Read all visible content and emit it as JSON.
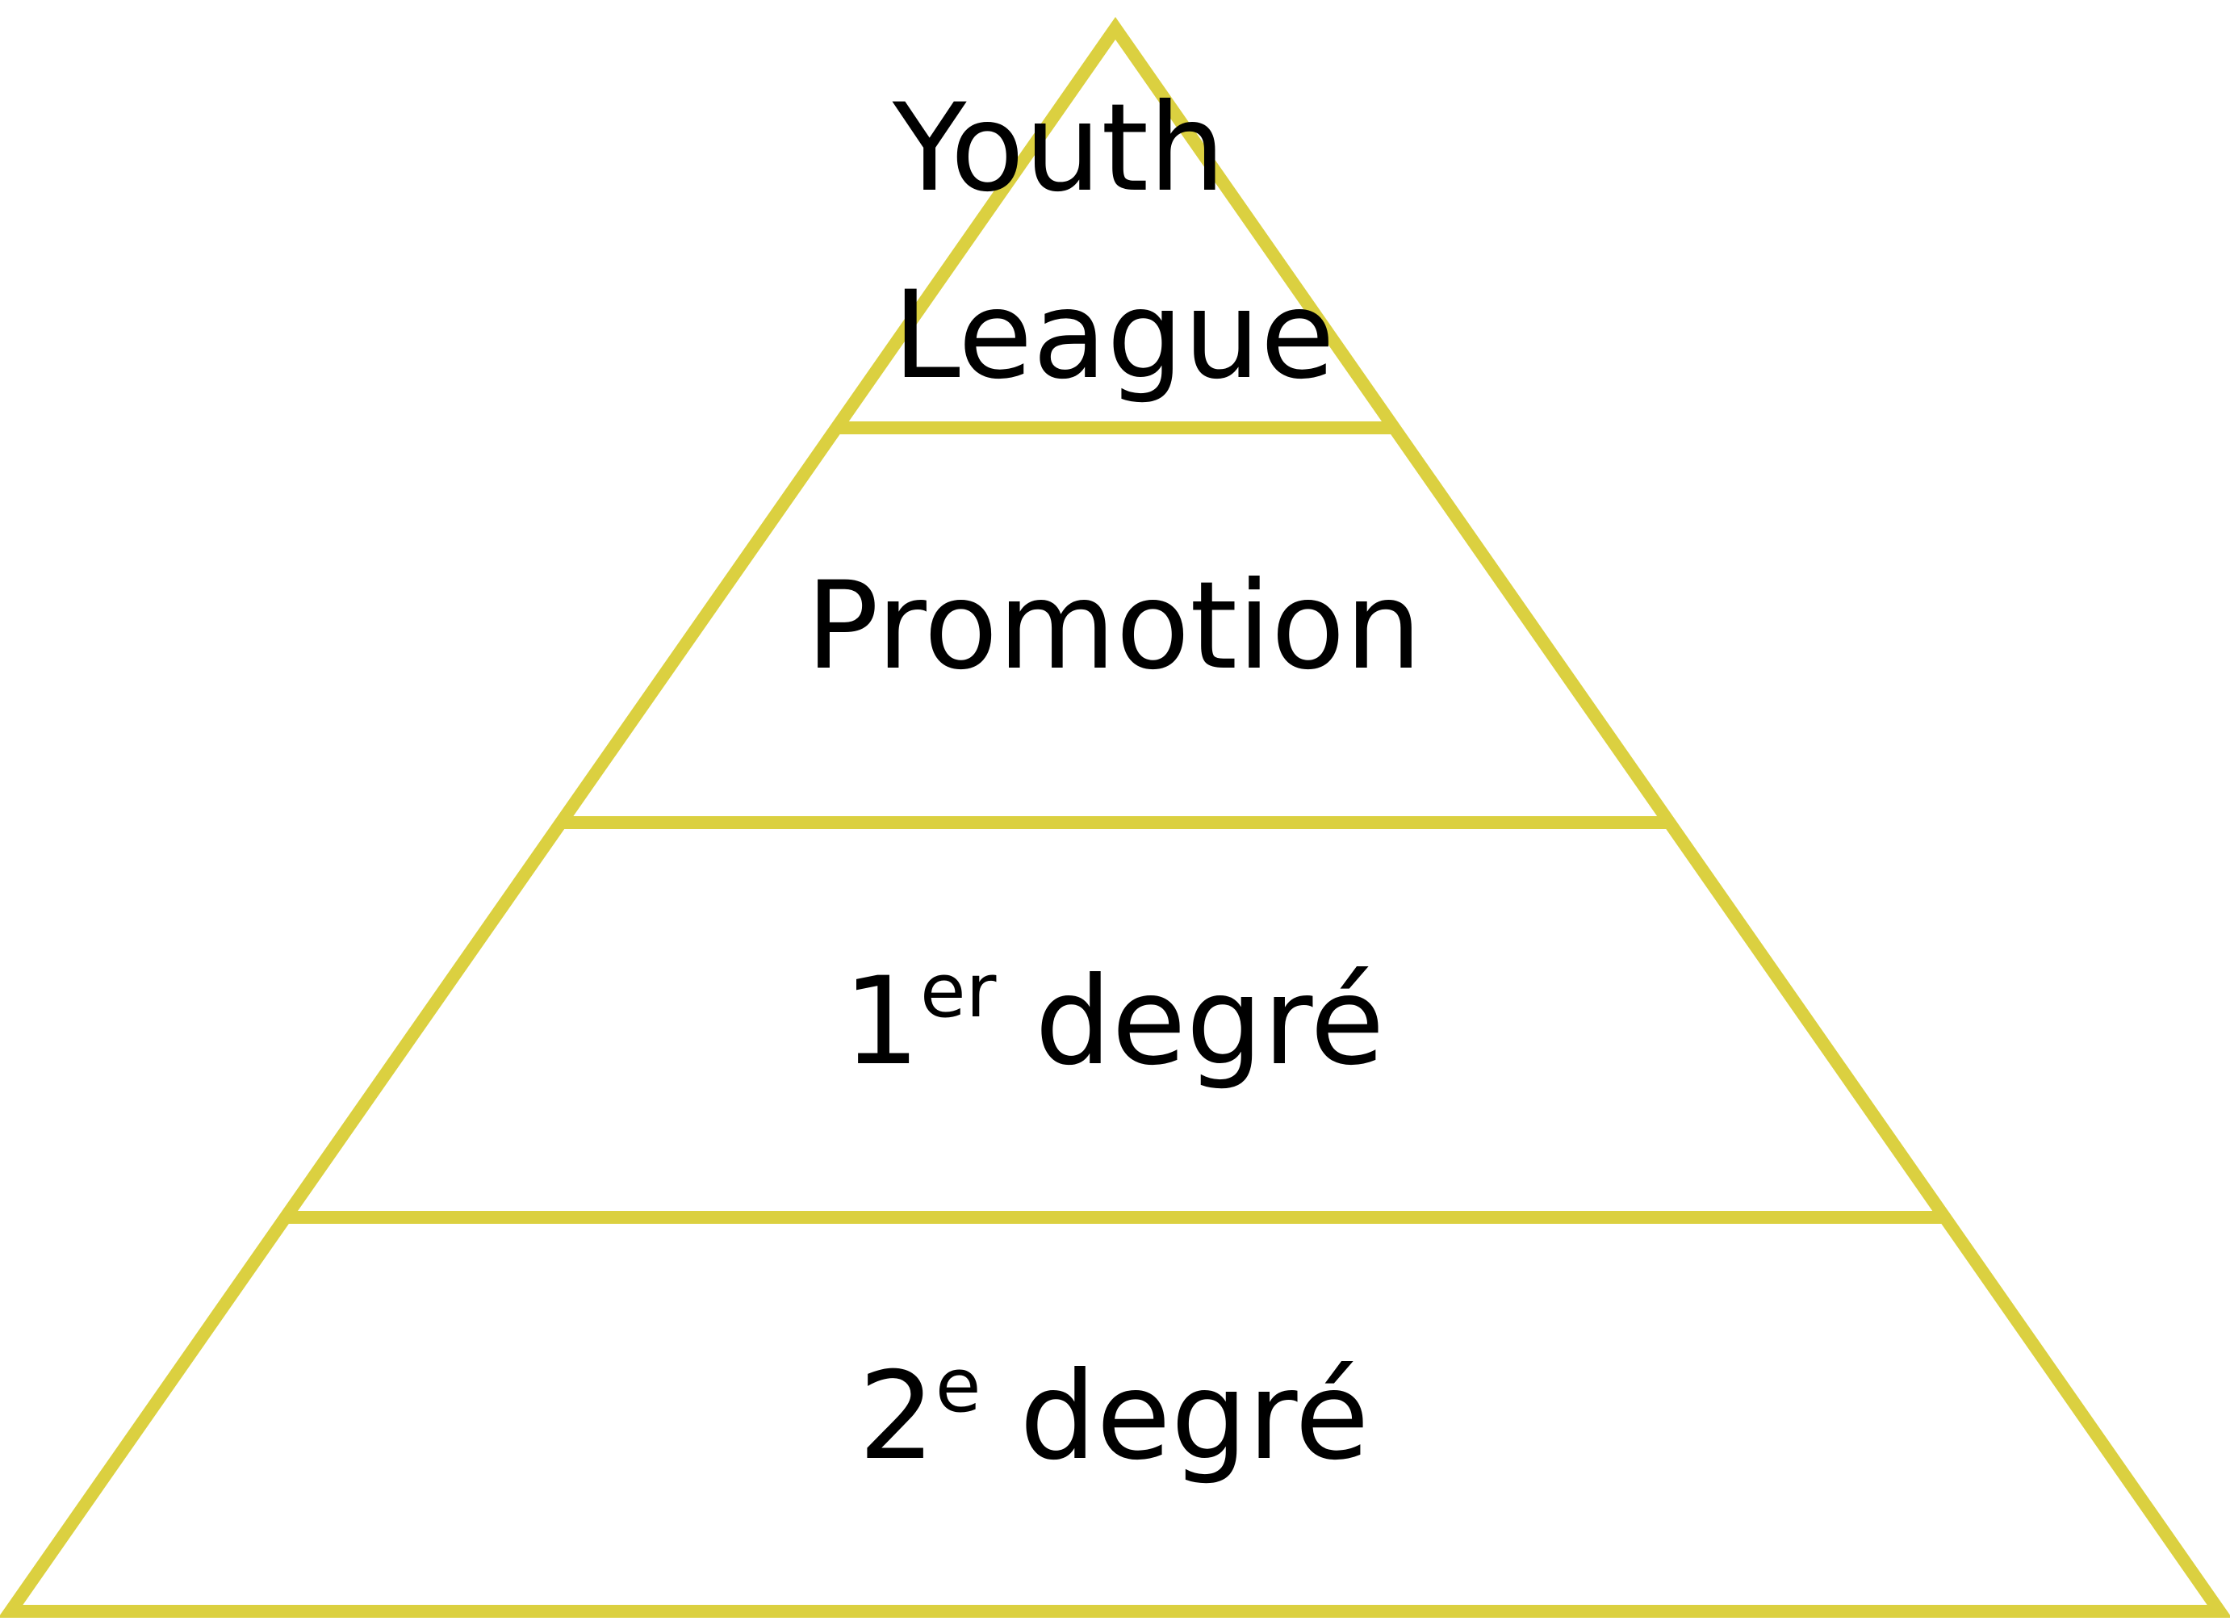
{
  "diagram": {
    "type": "pyramid",
    "stroke_color": "#DBD040",
    "text_color": "#000000",
    "tiers": [
      {
        "lines": [
          "Youth",
          "League"
        ]
      },
      {
        "lines": [
          "Promotion"
        ]
      },
      {
        "main": "1",
        "sup": "er",
        "rest": " degré"
      },
      {
        "main": "2",
        "sup": "e",
        "rest": " degré"
      }
    ]
  }
}
